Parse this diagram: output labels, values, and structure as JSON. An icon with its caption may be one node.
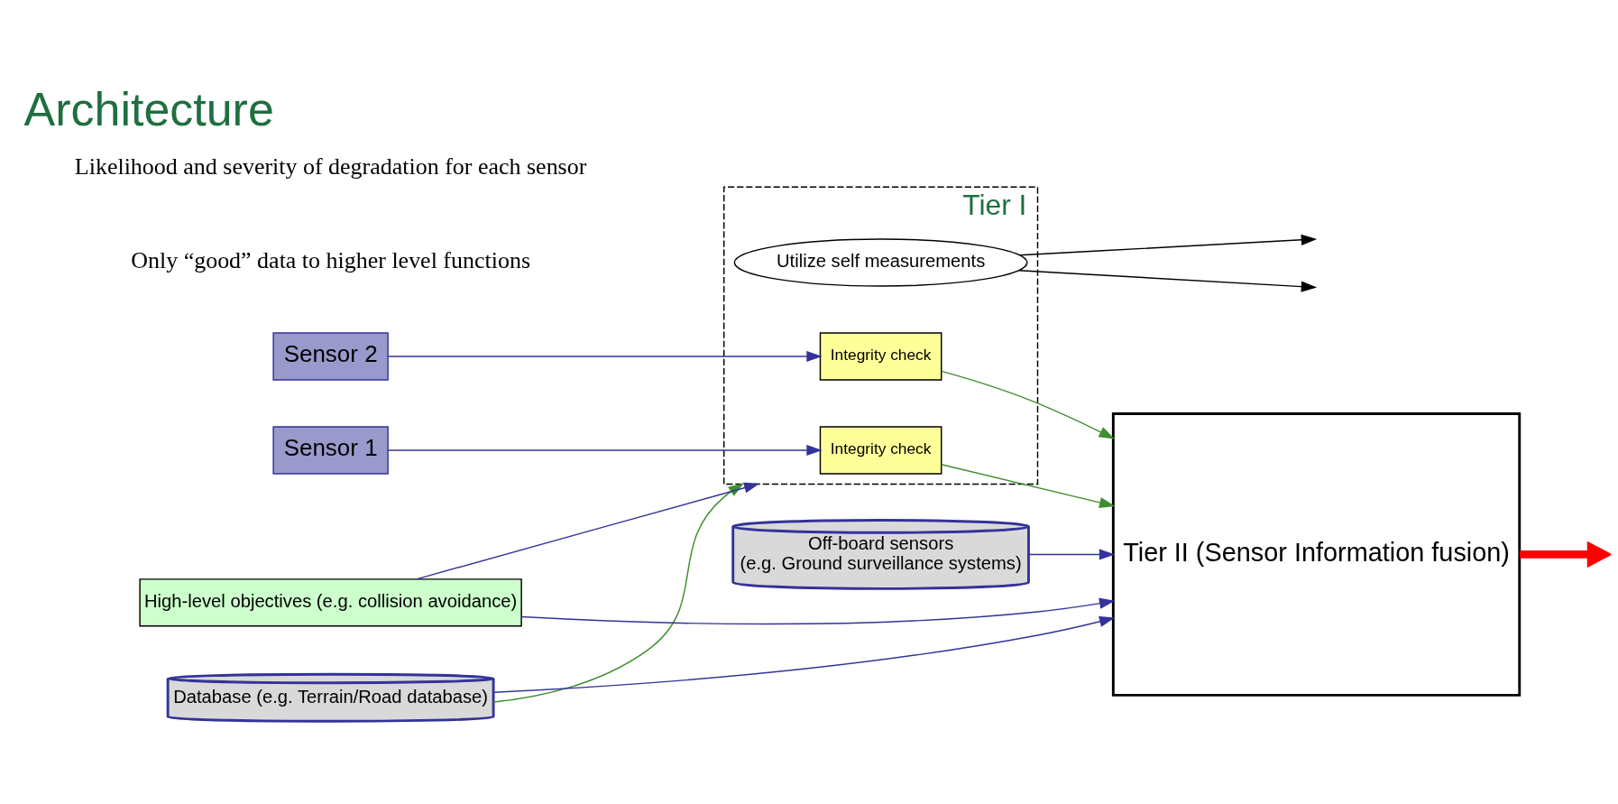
{
  "diagram": {
    "title": "Architecture",
    "nodes": [
      {
        "text": [
          "Database (e.g. Terrain/Road database)"
        ]
      },
      {
        "text": [
          "Tier I"
        ]
      },
      {
        "text": [
          "Sensor 1"
        ]
      },
      {
        "text": [
          "Integrity check"
        ],
        "in": 1
      },
      {
        "text": [
          "Utilize self measurements"
        ],
        "in": 1
      },
      {
        "text": [
          "Sensor 2"
        ]
      },
      {
        "text": [
          "Integrity check"
        ],
        "in": 1
      },
      {
        "text": [
          "Tier II (Sensor Information fusion)"
        ]
      },
      {
        "text": [
          "High-level objectives (e.g. collision avoidance)"
        ]
      },
      {
        "text": [
          "Off-board sensors",
          "(e.g. Ground surveillance systems)"
        ]
      }
    ],
    "edges": [
      {
        "from": 0,
        "to": 1,
        "arrow": "to",
        "color": "#3f8f2f"
      },
      {
        "from": 0,
        "to": 7,
        "arrow": "to"
      },
      {
        "from": 2,
        "to": 3,
        "arrow": "to"
      },
      {
        "from": 5,
        "to": 6,
        "arrow": "to"
      },
      {
        "from": 3,
        "to": 7,
        "arrow": "to",
        "color": "#3f8f2f"
      },
      {
        "from": 6,
        "to": 7,
        "arrow": "to",
        "color": "#3f8f2f"
      },
      {
        "from": 4,
        "to": null,
        "arrow": "to",
        "color": "#000000"
      },
      {
        "from": 4,
        "to": null,
        "arrow": "to",
        "color": "#000000"
      },
      {
        "from": 8,
        "to": 1,
        "arrow": "to"
      },
      {
        "from": 8,
        "to": 7,
        "arrow": "to"
      },
      {
        "from": 9,
        "to": 7,
        "arrow": "to"
      },
      {
        "from": 7,
        "to": null,
        "arrow": "to",
        "style": "thick",
        "color": "#ff0000"
      }
    ],
    "labels": [
      "Only “good” data to higher level functions",
      "Likelihood and severity of degradation for each sensor"
    ]
  }
}
